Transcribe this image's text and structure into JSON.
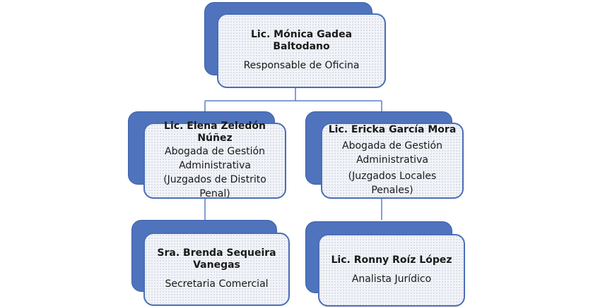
{
  "nodes": {
    "root": {
      "name": "Lic. Mónica Gadea Baltodano",
      "role": "Responsable de Oficina"
    },
    "left": {
      "name": "Lic. Elena Zeledón Núñez",
      "role_line1": "Abogada de Gestión",
      "role_line2": "Administrativa",
      "unit": "(Juzgados de Distrito Penal)"
    },
    "right": {
      "name": "Lic. Ericka García Mora",
      "role_line1": "Abogada de Gestión",
      "role_line2": "Administrativa",
      "unit": "(Juzgados Locales Penales)"
    },
    "bottom_left": {
      "name_line1": "Sra. Brenda Sequeira",
      "name_line2": "Vanegas",
      "role": "Secretaria Comercial"
    },
    "bottom_right": {
      "name": "Lic. Ronny Roíz López",
      "role": "Analista Jurídico"
    }
  },
  "colors": {
    "shadow_fill": "#4f73bd",
    "card_border": "#4a6eb6",
    "connector": "#5a7fc4"
  }
}
